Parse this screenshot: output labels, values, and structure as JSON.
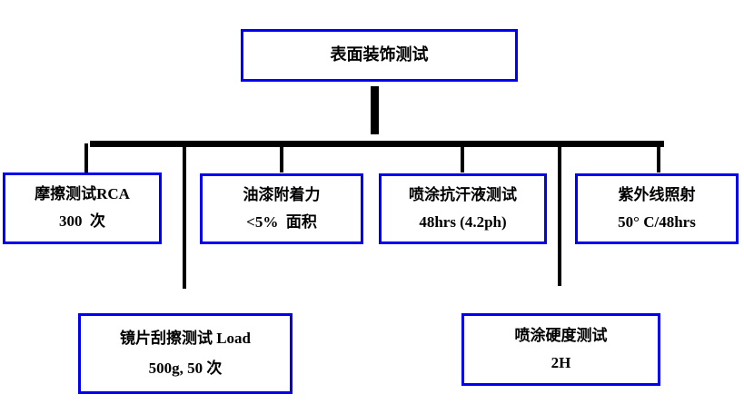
{
  "colors": {
    "box_border": "#0000ee",
    "connector": "#000000",
    "text": "#000000",
    "background": "#ffffff"
  },
  "root_node": {
    "label": "表面装饰测试"
  },
  "nodes": [
    {
      "line1": "摩擦测试RCA",
      "line2": "300  次"
    },
    {
      "line1": "油漆附着力",
      "line2": "<5%  面积"
    },
    {
      "line1": "喷涂抗汗液测试",
      "line2": "48hrs (4.2ph)"
    },
    {
      "line1": "紫外线照射",
      "line2": "50° C/48hrs"
    },
    {
      "line1": "镜片刮擦测试 Load",
      "line2": "500g, 50 次"
    },
    {
      "line1": "喷涂硬度测试",
      "line2": "2H"
    }
  ]
}
